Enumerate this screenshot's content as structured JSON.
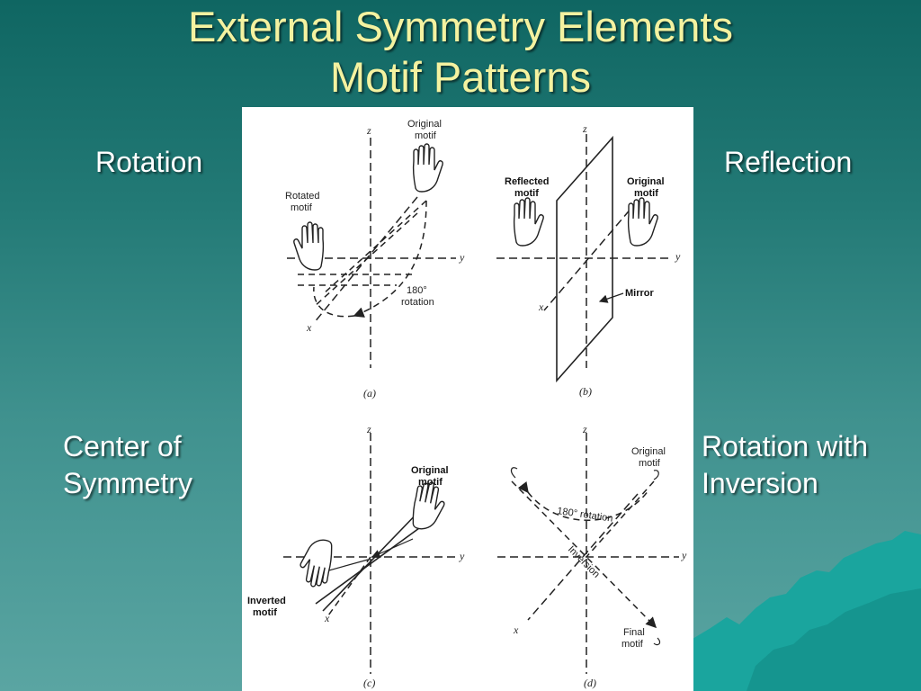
{
  "slide": {
    "title_line1": "External Symmetry Elements",
    "title_line2": "Motif Patterns"
  },
  "labels": {
    "rotation": "Rotation",
    "reflection": "Reflection",
    "center_line1": "Center of",
    "center_line2": "Symmetry",
    "rotinv_line1": "Rotation with",
    "rotinv_line2": "Inversion"
  },
  "figure": {
    "panel_a": {
      "caption": "(a)",
      "axis_z": "z",
      "axis_y": "y",
      "axis_x": "x",
      "original_1": "Original",
      "original_2": "motif",
      "rotated_1": "Rotated",
      "rotated_2": "motif",
      "rotation_1": "180°",
      "rotation_2": "rotation"
    },
    "panel_b": {
      "caption": "(b)",
      "axis_z": "z",
      "axis_y": "y",
      "axis_x": "x",
      "reflected_1": "Reflected",
      "reflected_2": "motif",
      "original_1": "Original",
      "original_2": "motif",
      "mirror": "Mirror"
    },
    "panel_c": {
      "caption": "(c)",
      "axis_z": "z",
      "axis_y": "y",
      "axis_x": "x",
      "original_1": "Original",
      "original_2": "motif",
      "inverted_1": "Inverted",
      "inverted_2": "motif"
    },
    "panel_d": {
      "caption": "(d)",
      "axis_z": "z",
      "axis_y": "y",
      "axis_x": "x",
      "original_1": "Original",
      "original_2": "motif",
      "rotation": "180° rotation",
      "inversion": "Inversion",
      "final_1": "Final",
      "final_2": "motif"
    }
  },
  "colors": {
    "title": "#f4f2a0",
    "label": "#ffffff",
    "background_top": "#0f6662",
    "background_bottom": "#5aa5a2",
    "mountain": "#1aa59e"
  }
}
